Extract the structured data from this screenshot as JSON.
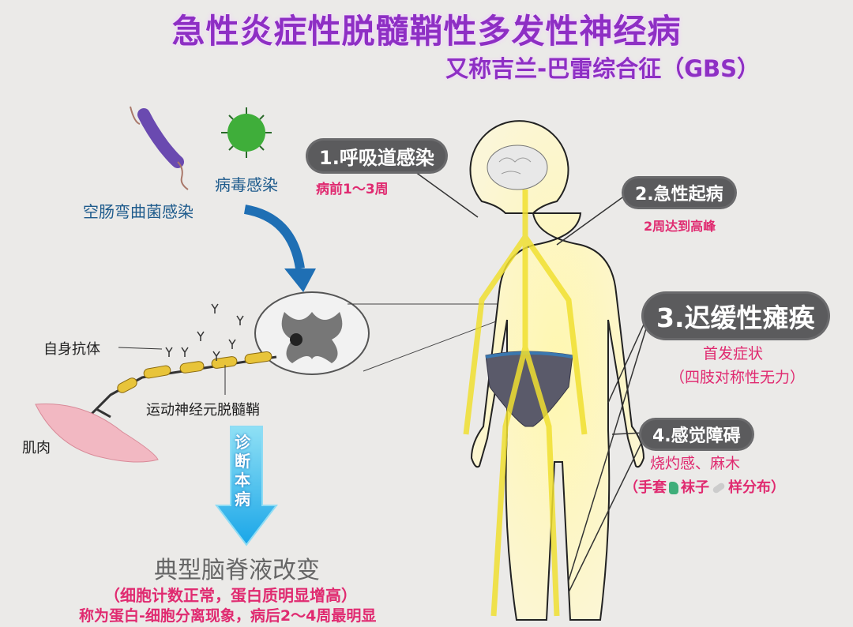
{
  "header": {
    "title": "急性炎症性脱髓鞘性多发性神经病",
    "subtitle": "又称吉兰-巴雷综合征（GBS）"
  },
  "causes": {
    "virus_label": "病毒感染",
    "bacteria_label": "空肠弯曲菌感染"
  },
  "pathology": {
    "antibody_label": "自身抗体",
    "demyelination_label": "运动神经元脱髓鞘",
    "muscle_label": "肌肉"
  },
  "diagnosis": {
    "arrow_text": "诊断本病",
    "csf_title": "典型脑脊液改变",
    "csf_detail": "（细胞计数正常，蛋白质明显增高）",
    "csf_note": "称为蛋白-细胞分离现象，病后2～4周最明显"
  },
  "stages": [
    {
      "label": "1.呼吸道感染",
      "note": "病前1～3周"
    },
    {
      "label": "2.急性起病",
      "note": "2周达到高峰"
    },
    {
      "label": "3.迟缓性瘫痪",
      "note": "首发症状",
      "note2": "（四肢对称性无力）"
    },
    {
      "label": "4.感觉障碍",
      "note": "烧灼感、麻木",
      "note2_a": "（手套",
      "note2_b": "袜子",
      "note2_c": "样分布）"
    }
  ],
  "colors": {
    "title": "#8e2fc4",
    "bubble": "#5b5b5d",
    "note": "#e02a70",
    "arrow": "#3cc8ee",
    "nerve": "#f2d64a"
  }
}
